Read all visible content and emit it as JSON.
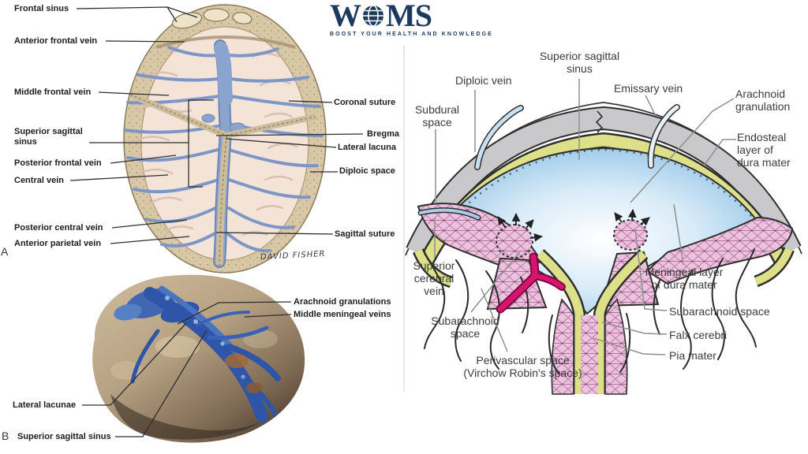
{
  "logo": {
    "word_start": "W",
    "word_end": "MS",
    "tagline": "BOOST YOUR HEALTH AND KNOWLEDGE"
  },
  "colors": {
    "logo_navy": "#1c3a5e",
    "sinus_blue": "#8fc1e4",
    "dura_yellow": "#dde089",
    "granulation_pink": "#e6b2d4",
    "vein_magenta": "#d8156e",
    "bone_tan": "#d8c8a6",
    "illustration_vein_blue": "#7e96c6",
    "cast_vein_blue": "#2e55a8"
  },
  "panel_a": {
    "letter": "A",
    "signature": "DAVID FISHER",
    "labels": [
      {
        "id": "frontal-sinus",
        "text": "Frontal sinus"
      },
      {
        "id": "anterior-frontal-vein",
        "text": "Anterior frontal vein"
      },
      {
        "id": "middle-frontal-vein",
        "text": "Middle frontal vein"
      },
      {
        "id": "superior-sagittal-sinus",
        "text": "Superior sagittal\nsinus"
      },
      {
        "id": "posterior-frontal-vein",
        "text": "Posterior frontal vein"
      },
      {
        "id": "central-vein",
        "text": "Central vein"
      },
      {
        "id": "posterior-central-vein",
        "text": "Posterior central vein"
      },
      {
        "id": "anterior-parietal-vein",
        "text": "Anterior parietal vein"
      },
      {
        "id": "coronal-suture",
        "text": "Coronal suture"
      },
      {
        "id": "bregma",
        "text": "Bregma"
      },
      {
        "id": "lateral-lacuna",
        "text": "Lateral lacuna"
      },
      {
        "id": "diploic-space",
        "text": "Diploic space"
      },
      {
        "id": "sagittal-suture",
        "text": "Sagittal suture"
      }
    ]
  },
  "panel_b": {
    "letter": "B",
    "labels": [
      {
        "id": "arachnoid-granulations",
        "text": "Arachnoid granulations"
      },
      {
        "id": "middle-meningeal-veins",
        "text": "Middle meningeal veins"
      },
      {
        "id": "lateral-lacunae",
        "text": "Lateral lacunae"
      },
      {
        "id": "superior-sagittal-sinus",
        "text": "Superior sagittal sinus"
      }
    ]
  },
  "panel_c": {
    "labels": [
      {
        "id": "superior-sagittal-sinus",
        "text": "Superior sagittal\nsinus"
      },
      {
        "id": "diploic-vein",
        "text": "Diploic vein"
      },
      {
        "id": "subdural-space",
        "text": "Subdural\nspace"
      },
      {
        "id": "emissary-vein",
        "text": "Emissary vein"
      },
      {
        "id": "arachnoid-granulation",
        "text": "Arachnoid\ngranulation"
      },
      {
        "id": "endosteal-layer",
        "text": "Endosteal\nlayer of\ndura mater"
      },
      {
        "id": "meningeal-layer",
        "text": "Meningeal layer\nof dura mater"
      },
      {
        "id": "subarachnoid-space-right",
        "text": "Subarachnoid space"
      },
      {
        "id": "falx-cerebri",
        "text": "Falx cerebri"
      },
      {
        "id": "pia-mater",
        "text": "Pia mater"
      },
      {
        "id": "superior-cerebral-vein",
        "text": "Superior\ncerebral\nvein"
      },
      {
        "id": "subarachnoid-space-left",
        "text": "Subarachnoid\nspace"
      },
      {
        "id": "perivascular-space",
        "text": "Perivascular space\n(Virchow Robin's space)"
      }
    ]
  }
}
